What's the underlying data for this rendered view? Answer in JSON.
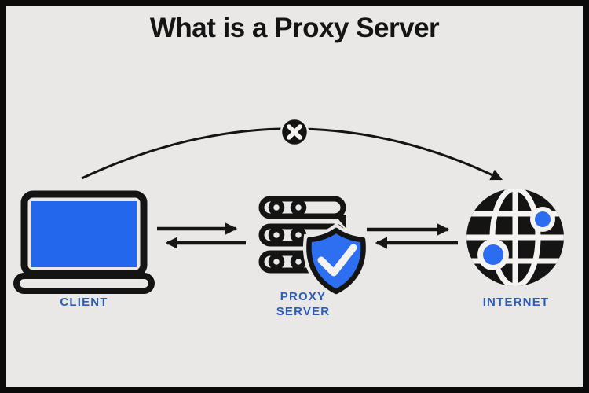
{
  "title": "What is a Proxy Server",
  "diagram": {
    "nodes": [
      {
        "id": "client",
        "label": "CLIENT",
        "icon": "laptop-icon"
      },
      {
        "id": "proxy-server",
        "label": "PROXY SERVER",
        "label_line1": "PROXY",
        "label_line2": "SERVER",
        "icon": "server-shield-icon"
      },
      {
        "id": "internet",
        "label": "INTERNET",
        "icon": "globe-icon"
      }
    ],
    "connections": [
      {
        "from": "client",
        "to": "proxy-server",
        "type": "bidirectional-straight-arrows"
      },
      {
        "from": "proxy-server",
        "to": "internet",
        "type": "bidirectional-straight-arrows"
      },
      {
        "from": "client",
        "to": "internet",
        "type": "curved-arrow-blocked",
        "badge": "x-icon"
      }
    ],
    "colors": {
      "background": "#e9e8e6",
      "frame": "#0b0b0b",
      "ink": "#141414",
      "screen_blue": "#2368ec",
      "shield_blue": "#2d6ff0",
      "node_blue": "#2b6cf0",
      "label_blue": "#2b5cb8",
      "white": "#f4f3f1"
    }
  }
}
